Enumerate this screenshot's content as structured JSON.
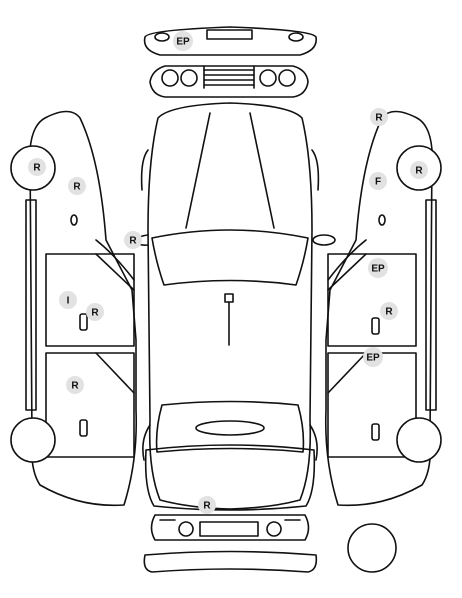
{
  "markers": [
    {
      "id": "front-bumper",
      "label": "EP"
    },
    {
      "id": "hood-left-edge",
      "label": "R"
    },
    {
      "id": "right-front-quarter",
      "label": "R"
    },
    {
      "id": "right-front-wheel",
      "label": "R"
    },
    {
      "id": "right-front-fender",
      "label": "F"
    },
    {
      "id": "left-front-wheel",
      "label": "R"
    },
    {
      "id": "left-front-fender",
      "label": "R"
    },
    {
      "id": "right-front-door-upper",
      "label": "EP"
    },
    {
      "id": "right-front-door",
      "label": "R"
    },
    {
      "id": "right-rear-door-upper",
      "label": "EP"
    },
    {
      "id": "left-front-door-handle",
      "label": "I"
    },
    {
      "id": "left-front-door",
      "label": "R"
    },
    {
      "id": "left-rear-door",
      "label": "R"
    },
    {
      "id": "rear-bumper",
      "label": "R"
    }
  ]
}
